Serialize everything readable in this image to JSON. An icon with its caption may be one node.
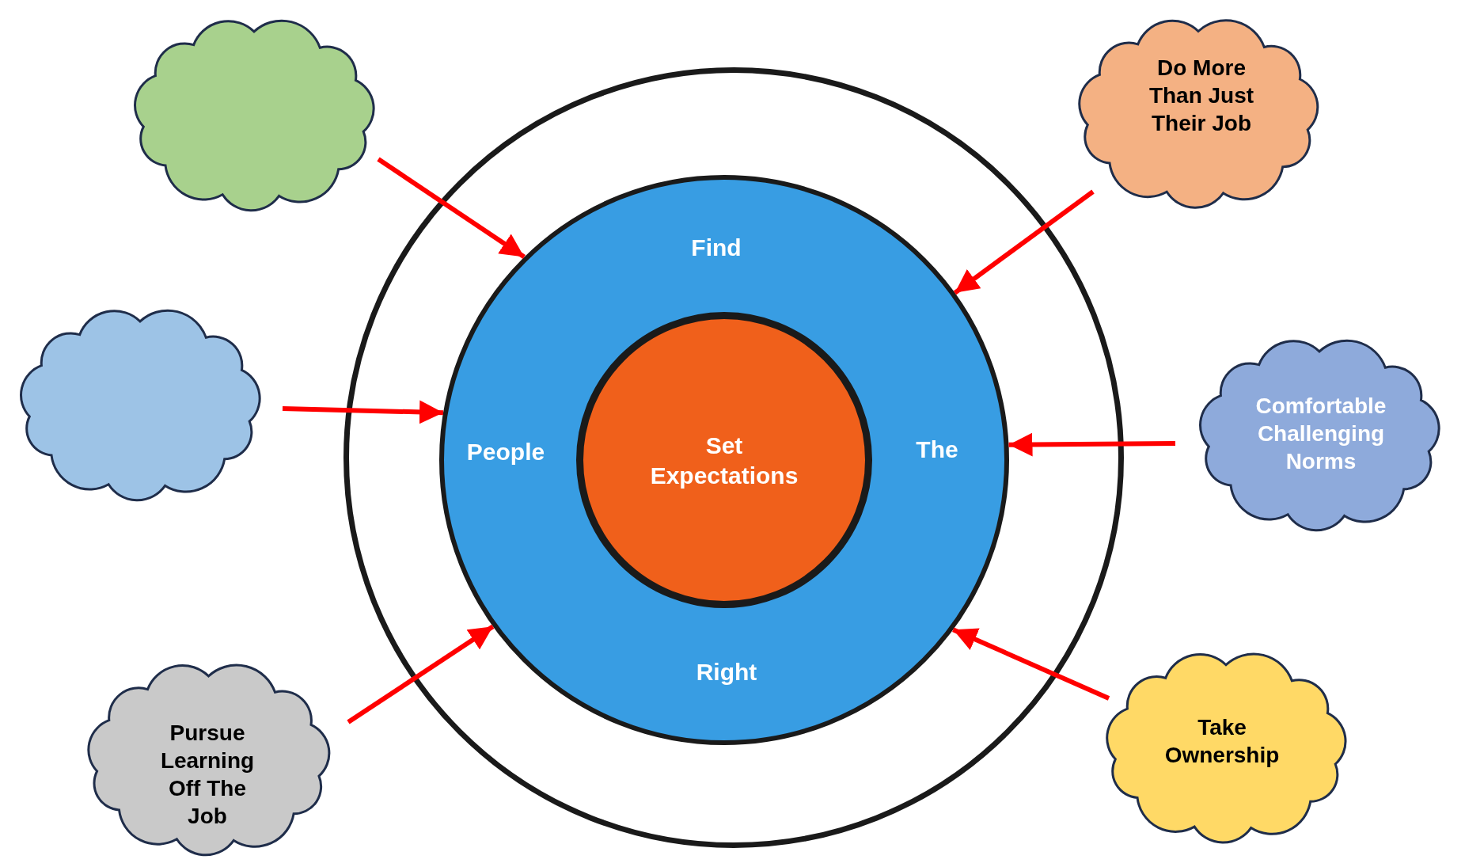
{
  "diagram": {
    "nodes": [
      {
        "text": [],
        "shape": "circle"
      },
      {
        "text": [
          "Find",
          "People",
          "The",
          "Right"
        ],
        "in": 0
      },
      {
        "text": [
          "Set Expectations"
        ],
        "in": 1
      },
      {
        "text": [],
        "shape": "cloud"
      },
      {
        "text": [
          "Do More Than Just Their Job"
        ]
      },
      {
        "text": [],
        "shape": "cloud"
      },
      {
        "text": [
          "Comfortable Challenging Norms"
        ]
      },
      {
        "text": [
          "Pursue Learning Off The Job"
        ]
      },
      {
        "text": [
          "Take Ownership"
        ]
      }
    ],
    "edges": [
      {
        "from": 3,
        "to": 1,
        "arrow": "to"
      },
      {
        "from": 4,
        "to": 1,
        "arrow": "to"
      },
      {
        "from": 5,
        "to": 1,
        "arrow": "to"
      },
      {
        "from": 6,
        "to": 1,
        "arrow": "to"
      },
      {
        "from": 7,
        "to": 1,
        "arrow": "to"
      },
      {
        "from": 8,
        "to": 1,
        "arrow": "to"
      }
    ]
  }
}
